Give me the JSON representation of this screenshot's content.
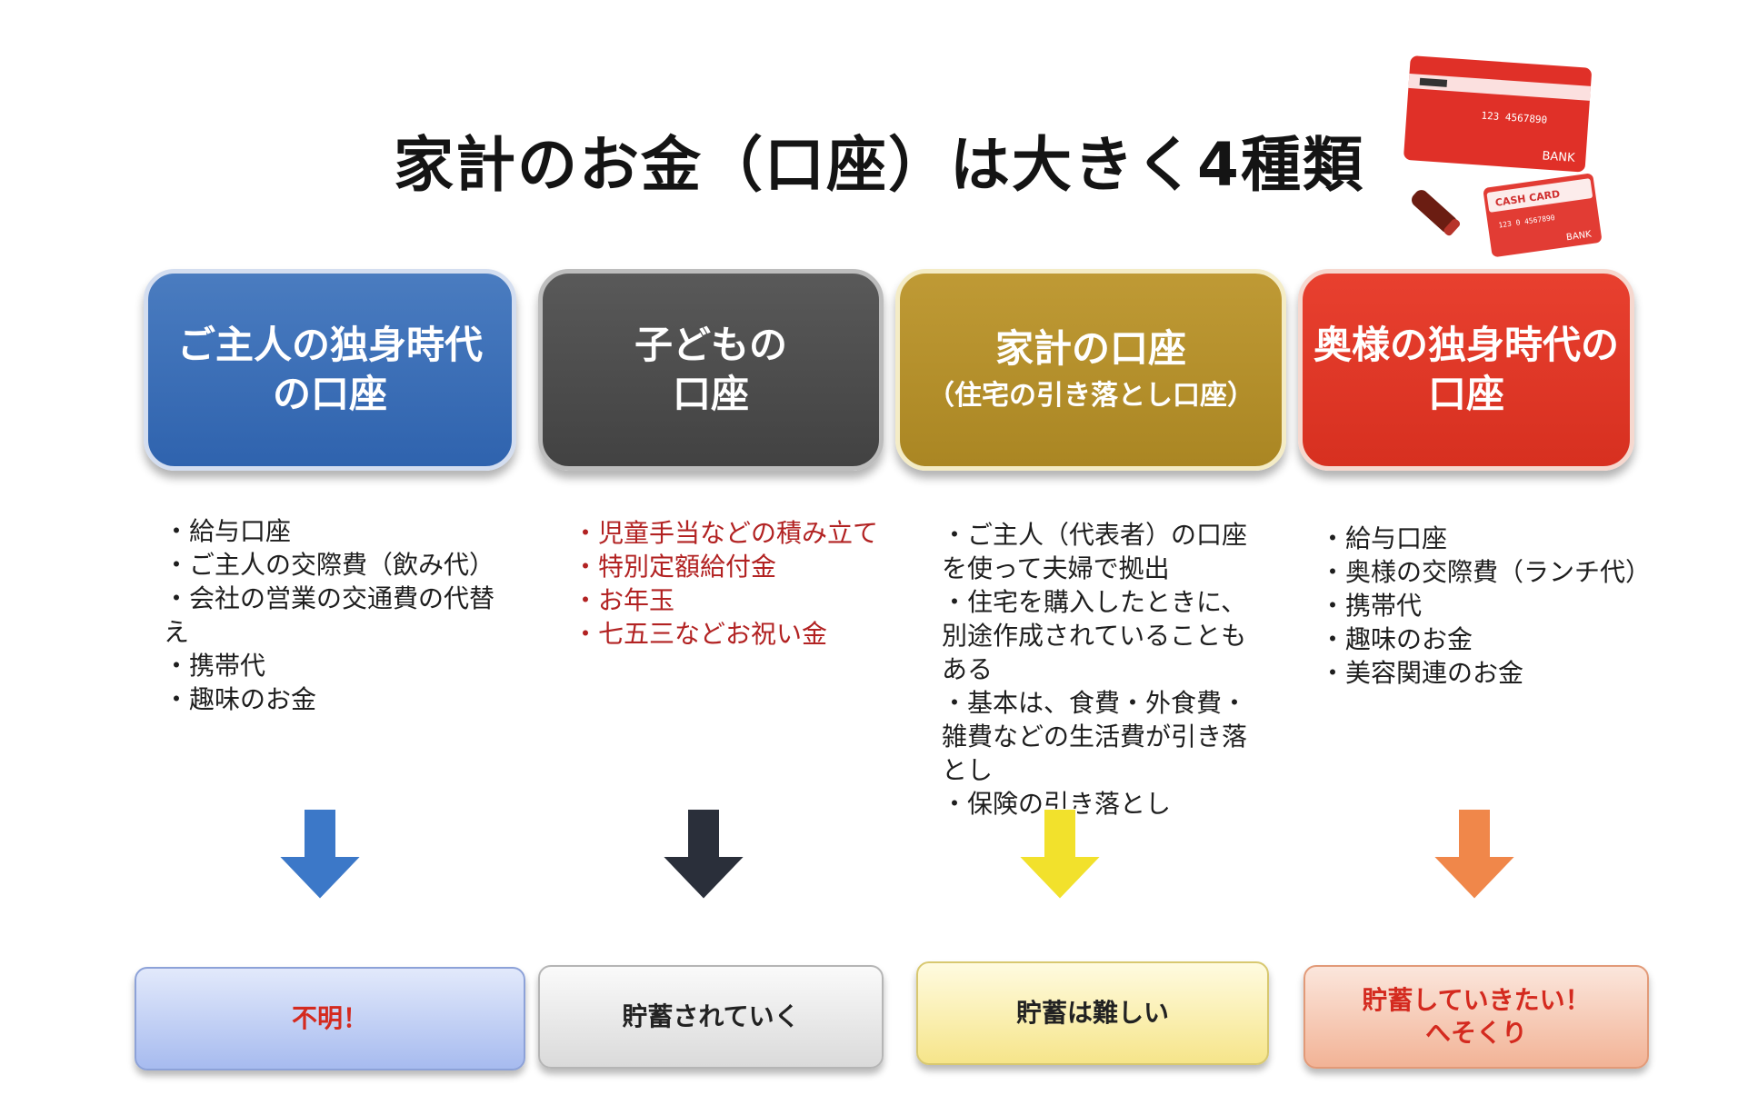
{
  "title": "家計のお金（口座）は大きく4種類",
  "card_illustration": {
    "big_card": {
      "number": "123 4567890",
      "brand": "BANK"
    },
    "small_card": {
      "label": "CASH CARD",
      "number": "123 0 4567890",
      "brand": "BANK"
    }
  },
  "columns": [
    {
      "header": "ご主人の独身時代\nの口座",
      "header_color": "#3f73b8",
      "bullets": [
        "・給与口座",
        "・ご主人の交際費（飲み代）",
        "・会社の営業の交通費の代替え",
        "・携帯代",
        "・趣味のお金"
      ],
      "arrow_color": "#3c78c8",
      "result": "不明！"
    },
    {
      "header": "子どもの\n口座",
      "header_color": "#4d4d4d",
      "bullets": [
        "・児童手当などの積み立て",
        "・特別定額給付金",
        "・お年玉",
        "・七五三などお祝い金"
      ],
      "bullet_color": "#b22222",
      "arrow_color": "#2a2f3a",
      "result": "貯蓄されていく"
    },
    {
      "header": "家計の口座",
      "header_sub": "（住宅の引き落とし口座）",
      "header_color": "#b28f2c",
      "bullets": [
        "・ご主人（代表者）の口座を使って夫婦で拠出",
        "・住宅を購入したときに、別途作成されていることもある",
        "・基本は、食費・外食費・雑費などの生活費が引き落とし",
        "・保険の引き落とし"
      ],
      "arrow_color": "#f2e12c",
      "result": "貯蓄は難しい"
    },
    {
      "header": "奥様の独身時代の\n口座",
      "header_color": "#e03a28",
      "bullets": [
        "・給与口座",
        "・奥様の交際費（ランチ代）",
        "・携帯代",
        "・趣味のお金",
        "・美容関連のお金"
      ],
      "arrow_color": "#f0874a",
      "result": "貯蓄していきたい！\nへそくり"
    }
  ]
}
